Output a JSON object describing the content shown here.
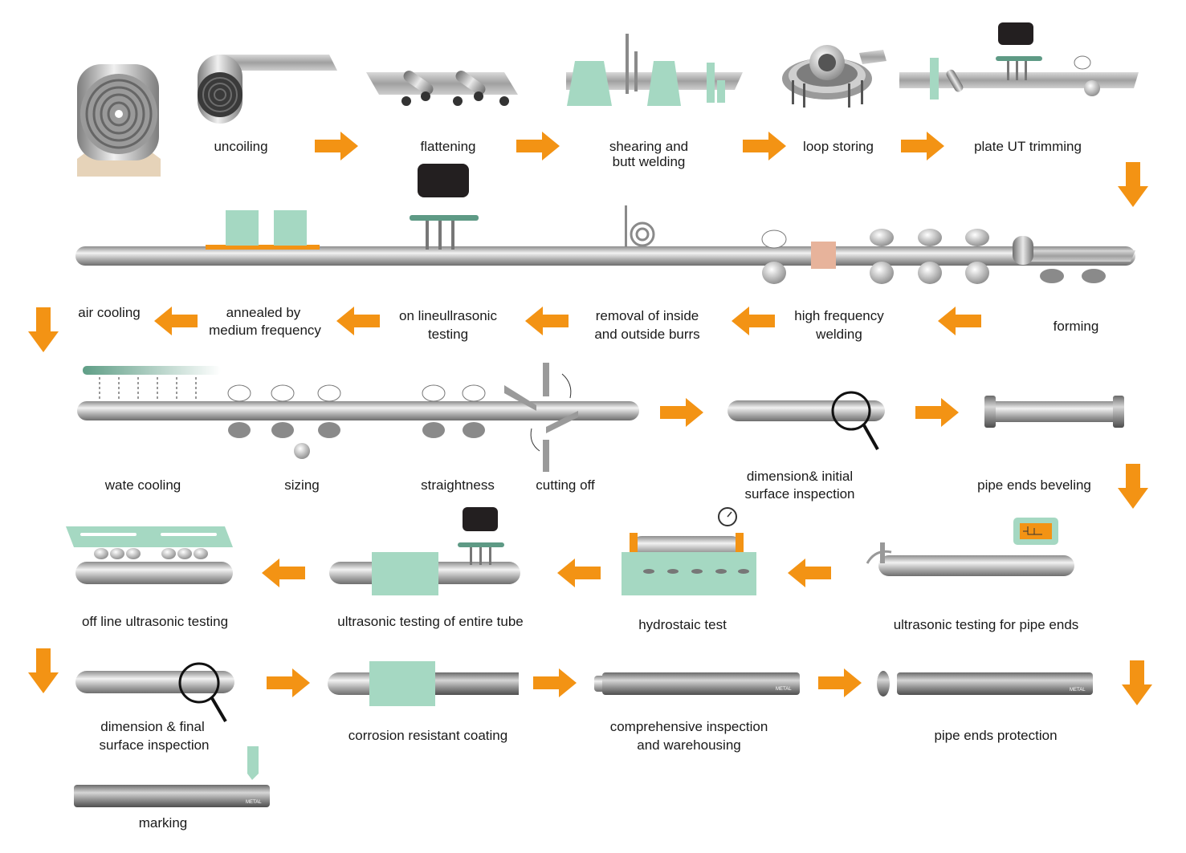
{
  "colors": {
    "arrow": "#f39314",
    "green": "#a5d8c2",
    "dark_green": "#5e9a85",
    "pipe_dark": "#7a7a7a",
    "pipe_light": "#e8e8e8",
    "copper": "#e7b39b",
    "screen": "#231f20",
    "base": "#e6d3b9"
  },
  "steps": {
    "uncoiling": "uncoiling",
    "flattening": "flattening",
    "shearing_1": "shearing and",
    "shearing_2": "butt welding",
    "loop_storing": "loop storing",
    "plate_ut": "plate UT trimming",
    "forming": "forming",
    "hf_welding_1": "high frequency",
    "hf_welding_2": "welding",
    "burrs_1": "removal of inside",
    "burrs_2": "and outside burrs",
    "online_ut_1": "on lineullrasonic",
    "online_ut_2": "testing",
    "annealed_1": "annealed by",
    "annealed_2": "medium frequency",
    "air_cooling": "air cooling",
    "wate_cooling": "wate cooling",
    "sizing": "sizing",
    "straightness": "straightness",
    "cutting_off": "cutting off",
    "dim_initial_1": "dimension& initial",
    "dim_initial_2": "surface inspection",
    "ends_beveling": "pipe ends beveling",
    "ut_pipe_ends": "ultrasonic testing for pipe ends",
    "hydrostatic": "hydrostaic test",
    "ut_entire": "ultrasonic testing of entire tube",
    "offline_ut": "off line ultrasonic testing",
    "dim_final_1": "dimension & final",
    "dim_final_2": "surface inspection",
    "coating": "corrosion resistant coating",
    "warehouse_1": "comprehensive inspection",
    "warehouse_2": "and warehousing",
    "ends_protection": "pipe ends protection",
    "marking": "marking"
  },
  "pipe_stamp": "METAL"
}
